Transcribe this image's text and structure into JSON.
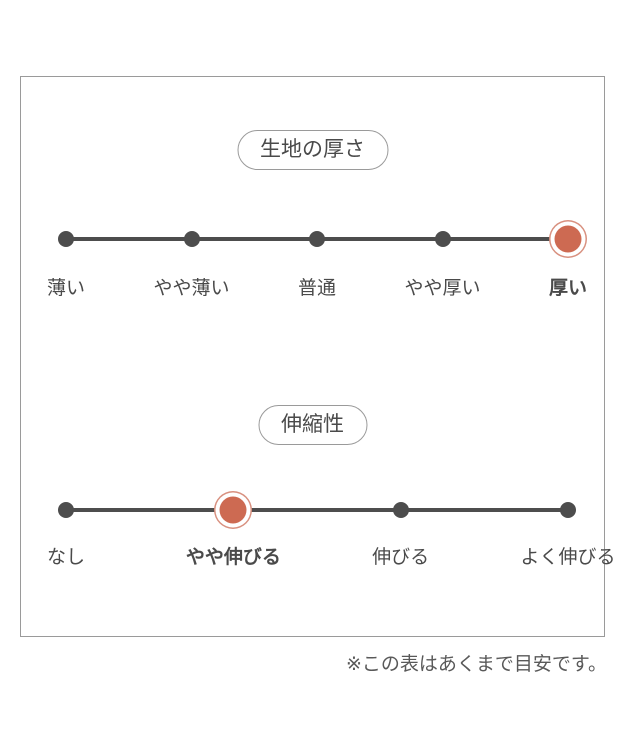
{
  "colors": {
    "accent": "#cd6a52",
    "ring": "#d8907f",
    "dot": "#4d4d4d",
    "text": "#4a4a4a",
    "border": "#9a9a9a"
  },
  "chart_data": [
    {
      "type": "line",
      "title": "生地の厚さ",
      "categories": [
        "薄い",
        "やや薄い",
        "普通",
        "やや厚い",
        "厚い"
      ],
      "selected": "厚い",
      "selected_index": 4,
      "marker": "dot-on-line",
      "legend": "none",
      "grid": false
    },
    {
      "type": "line",
      "title": "伸縮性",
      "categories": [
        "なし",
        "やや伸びる",
        "伸びる",
        "よく伸びる"
      ],
      "selected": "やや伸びる",
      "selected_index": 1,
      "marker": "dot-on-line",
      "legend": "none",
      "grid": false
    }
  ],
  "footer": {
    "note": "※この表はあくまで目安です。"
  }
}
